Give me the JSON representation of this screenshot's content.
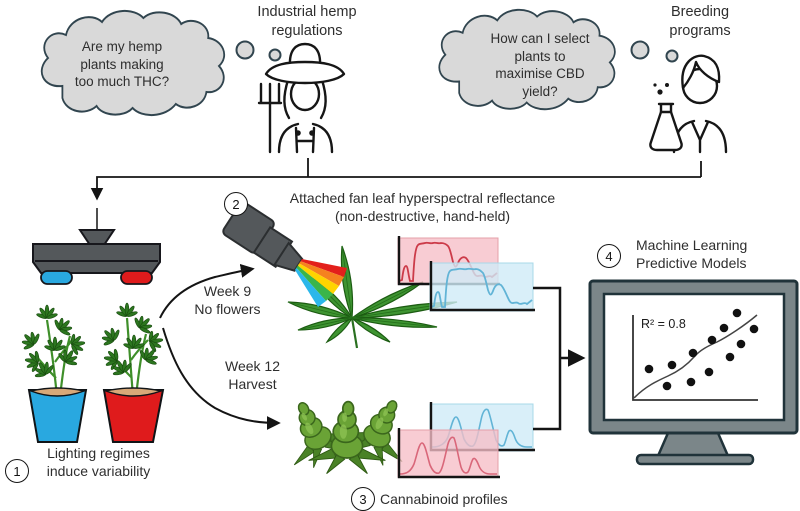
{
  "personas": {
    "farmer": {
      "label_lines": [
        "Industrial hemp",
        "regulations"
      ],
      "thought_lines": [
        "Are my hemp",
        "plants making",
        "too much THC?"
      ],
      "icon": "farmer-person-icon"
    },
    "scientist": {
      "label_lines": [
        "Breeding",
        "programs"
      ],
      "thought_lines": [
        "How can I select",
        "plants to",
        "maximise CBD",
        "yield?"
      ],
      "icon": "scientist-flask-icon"
    }
  },
  "steps": {
    "one": {
      "num": "1",
      "label_lines": [
        "Lighting regimes",
        "induce variability"
      ]
    },
    "two": {
      "num": "2",
      "title": "Attached fan leaf hyperspectral reflectance",
      "subtitle": "(non-destructive, hand-held)"
    },
    "three": {
      "num": "3",
      "label": "Cannabinoid profiles"
    },
    "four": {
      "num": "4",
      "label_lines": [
        "Machine Learning",
        "Predictive Models"
      ]
    }
  },
  "timepoints": {
    "week9": {
      "week": "Week 9",
      "status": "No flowers"
    },
    "week12": {
      "week": "Week 12",
      "status": "Harvest"
    }
  },
  "model_plot": {
    "r2": "R² = 0.8"
  },
  "icons": {
    "thought_cloud": "thought-cloud-icon",
    "grow_light": "grow-light-icon",
    "potted_plants": "potted-hemp-plants-icon",
    "spectrometer": "handheld-spectrometer-icon",
    "fan_leaf": "hemp-fan-leaf-icon",
    "flower_buds": "hemp-flower-buds-icon",
    "monitor": "computer-monitor-icon"
  },
  "colors": {
    "cloud_fill": "#d9d9d9",
    "cloud_stroke": "#31454f",
    "device_gray": "#54585b",
    "monitor_gray": "#7b8689",
    "monitor_border": "#20333a",
    "chart_pink_fill": "#f6bec7",
    "chart_pink_line": "#cc3b49",
    "chart_blue_fill": "#cfebf7",
    "chart_blue_line": "#62b4d6",
    "pot_blue": "#29a8e0",
    "pot_red": "#df1b1c",
    "leaf_green": "#3e9431",
    "bud_green": "#6aa336",
    "rainbow": [
      "#e3201b",
      "#f5821f",
      "#ffd400",
      "#3ab54a",
      "#2bb7ea"
    ]
  }
}
